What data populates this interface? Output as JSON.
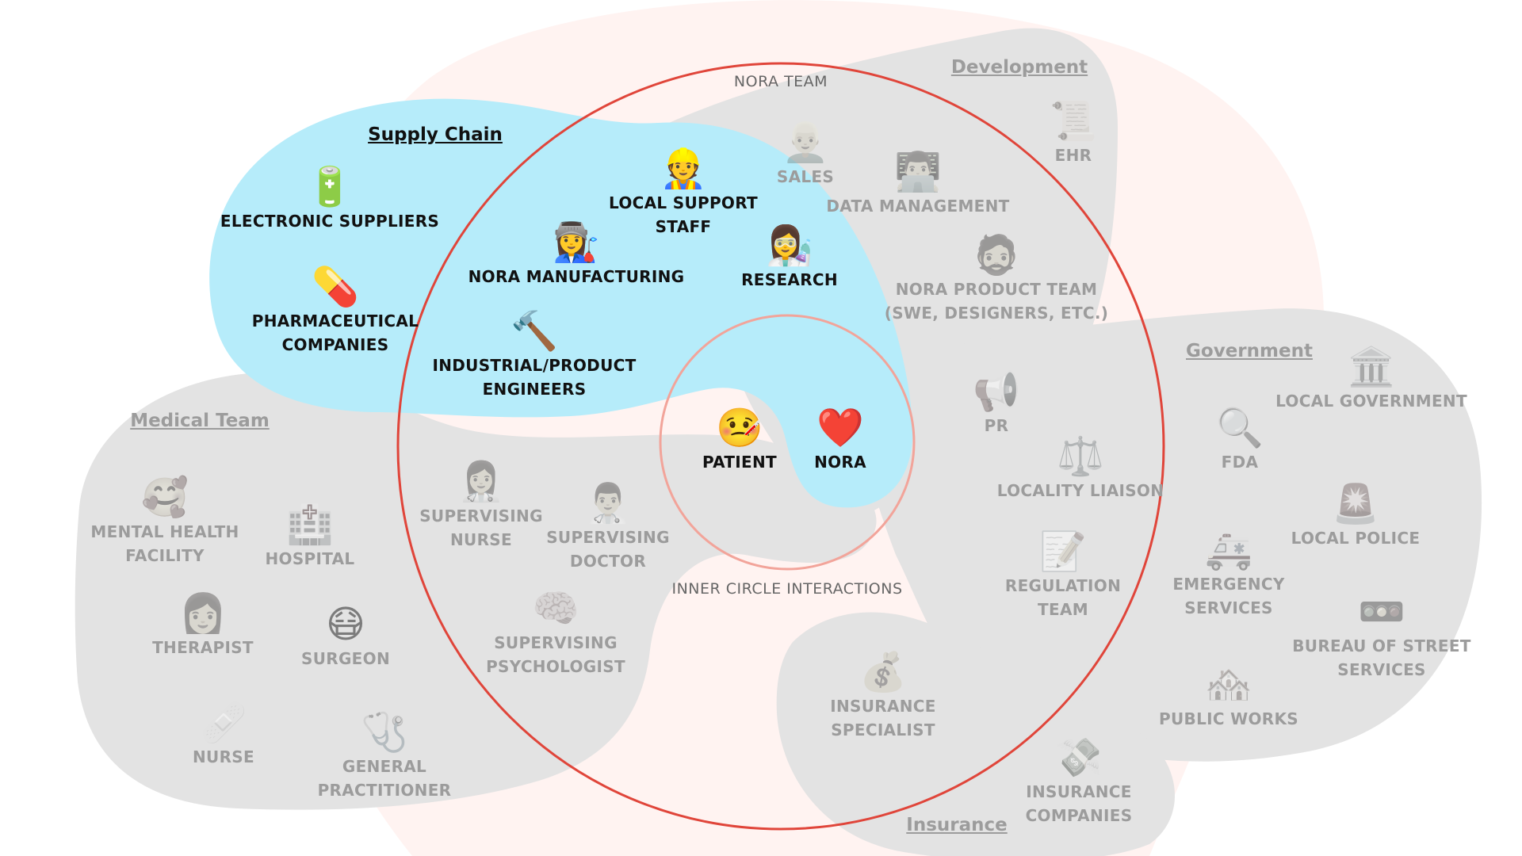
{
  "colors": {
    "background_blob": "#fff3f1",
    "grey_region": "#e3e3e3",
    "supply_chain_region": "#b6ecfa",
    "outer_circle_stroke": "#e0453a",
    "inner_circle_stroke": "#f2a49a",
    "dark_text": "#111111",
    "grey_text": "#9c9c9c"
  },
  "circles": {
    "outer": {
      "label": "NORA TEAM"
    },
    "inner": {
      "label": "INNER CIRCLE INTERACTIONS"
    }
  },
  "groups": [
    {
      "id": "supply-chain",
      "title": "Supply Chain",
      "style": "dark"
    },
    {
      "id": "development",
      "title": "Development",
      "style": "grey"
    },
    {
      "id": "medical-team",
      "title": "Medical Team",
      "style": "grey"
    },
    {
      "id": "government",
      "title": "Government",
      "style": "grey"
    },
    {
      "id": "insurance",
      "title": "Insurance",
      "style": "grey"
    }
  ],
  "nodes": {
    "electronic_suppliers": {
      "icon": "🔋",
      "icon_name": "battery-icon",
      "lines": [
        "ELECTRONIC SUPPLIERS"
      ]
    },
    "pharmaceutical_companies": {
      "icon": "💊",
      "icon_name": "pill-icon",
      "lines": [
        "PHARMACEUTICAL",
        "COMPANIES"
      ]
    },
    "local_support_staff": {
      "icon": "👷",
      "icon_name": "construction-worker-icon",
      "lines": [
        "LOCAL SUPPORT",
        "STAFF"
      ]
    },
    "nora_manufacturing": {
      "icon": "👩‍🏭",
      "icon_name": "factory-worker-icon",
      "lines": [
        "NORA MANUFACTURING"
      ]
    },
    "research": {
      "icon": "👩‍🔬",
      "icon_name": "scientist-icon",
      "lines": [
        "RESEARCH"
      ]
    },
    "industrial_product_engineers": {
      "icon": "🔨",
      "icon_name": "hammer-icon",
      "lines": [
        "INDUSTRIAL/PRODUCT",
        "ENGINEERS"
      ]
    },
    "patient": {
      "icon": "🤒",
      "icon_name": "sick-face-icon",
      "lines": [
        "PATIENT"
      ]
    },
    "nora": {
      "icon": "❤️",
      "icon_name": "heart-icon",
      "lines": [
        "NORA"
      ]
    },
    "sales": {
      "icon": "👱‍♂️",
      "icon_name": "person-icon",
      "lines": [
        "SALES"
      ]
    },
    "ehr": {
      "icon": "📜",
      "icon_name": "scroll-icon",
      "lines": [
        "EHR"
      ]
    },
    "data_management": {
      "icon": "👨‍💻",
      "icon_name": "technologist-icon",
      "lines": [
        "DATA MANAGEMENT"
      ]
    },
    "nora_product_team": {
      "icon": "🧔",
      "icon_name": "bearded-person-icon",
      "lines": [
        "NORA PRODUCT TEAM",
        "(SWE, DESIGNERS, ETC.)"
      ]
    },
    "pr": {
      "icon": "📢",
      "icon_name": "megaphone-icon",
      "lines": [
        "PR"
      ]
    },
    "locality_liaison": {
      "icon": "⚖️",
      "icon_name": "balance-scale-icon",
      "lines": [
        "LOCALITY LIAISON"
      ]
    },
    "regulation_team": {
      "icon": "📝",
      "icon_name": "memo-icon",
      "lines": [
        "REGULATION",
        "TEAM"
      ]
    },
    "supervising_nurse": {
      "icon": "👩‍⚕️",
      "icon_name": "health-worker-female-icon",
      "lines": [
        "SUPERVISING",
        "NURSE"
      ]
    },
    "supervising_doctor": {
      "icon": "👨‍⚕️",
      "icon_name": "health-worker-male-icon",
      "lines": [
        "SUPERVISING",
        "DOCTOR"
      ]
    },
    "supervising_psychologist": {
      "icon": "🧠",
      "icon_name": "brain-icon",
      "lines": [
        "SUPERVISING",
        "PSYCHOLOGIST"
      ]
    },
    "mental_health_facility": {
      "icon": "🥰",
      "icon_name": "smiling-hearts-face-icon",
      "lines": [
        "MENTAL HEALTH",
        "FACILITY"
      ]
    },
    "hospital": {
      "icon": "🏥",
      "icon_name": "hospital-icon",
      "lines": [
        "HOSPITAL"
      ]
    },
    "therapist": {
      "icon": "👩",
      "icon_name": "woman-icon",
      "lines": [
        "THERAPIST"
      ]
    },
    "surgeon": {
      "icon": "😷",
      "icon_name": "medical-mask-face-icon",
      "lines": [
        "SURGEON"
      ]
    },
    "nurse": {
      "icon": "🩹",
      "icon_name": "bandage-icon",
      "lines": [
        "NURSE"
      ]
    },
    "general_practitioner": {
      "icon": "🩺",
      "icon_name": "stethoscope-icon",
      "lines": [
        "GENERAL",
        "PRACTITIONER"
      ]
    },
    "insurance_specialist": {
      "icon": "💰",
      "icon_name": "money-bag-icon",
      "lines": [
        "INSURANCE",
        "SPECIALIST"
      ]
    },
    "insurance_companies": {
      "icon": "💸",
      "icon_name": "money-wings-icon",
      "lines": [
        "INSURANCE",
        "COMPANIES"
      ]
    },
    "local_government": {
      "icon": "🏛️",
      "icon_name": "classical-building-icon",
      "lines": [
        "LOCAL GOVERNMENT"
      ]
    },
    "fda": {
      "icon": "🔍",
      "icon_name": "magnifying-glass-icon",
      "lines": [
        "FDA"
      ]
    },
    "local_police": {
      "icon": "🚨",
      "icon_name": "police-light-icon",
      "lines": [
        "LOCAL POLICE"
      ]
    },
    "emergency_services": {
      "icon": "🚑",
      "icon_name": "ambulance-icon",
      "lines": [
        "EMERGENCY",
        "SERVICES"
      ]
    },
    "bureau_of_street_services": {
      "icon": "🚥",
      "icon_name": "traffic-light-icon",
      "lines": [
        "BUREAU OF STREET",
        "SERVICES"
      ]
    },
    "public_works": {
      "icon": "🏘️",
      "icon_name": "houses-icon",
      "lines": [
        "PUBLIC WORKS"
      ]
    }
  }
}
